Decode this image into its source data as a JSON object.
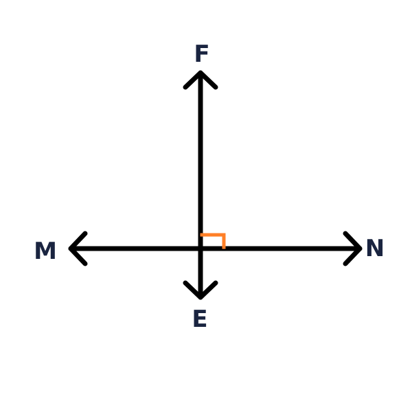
{
  "diagram": {
    "labels": {
      "top": "F",
      "bottom": "E",
      "left": "M",
      "right": "N"
    },
    "right_angle_marker": true,
    "colors": {
      "lines": "#000000",
      "labels": "#1a2440",
      "right_angle": "#ff7f27",
      "background": "#ffffff"
    }
  }
}
